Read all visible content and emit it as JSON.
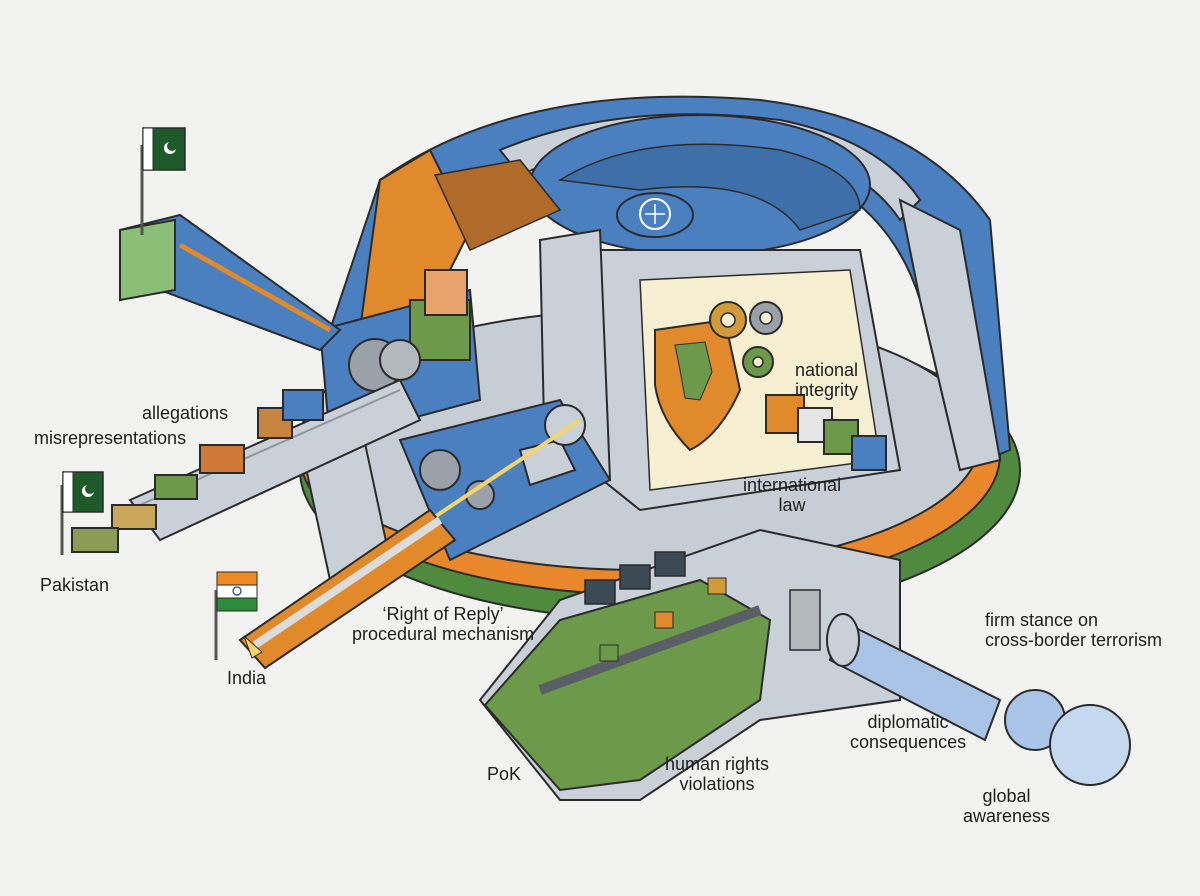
{
  "labels": {
    "allegations": "allegations",
    "misrepresentations": "misrepresentations",
    "pakistan": "Pakistan",
    "india": "India",
    "right_of_reply_line1": "‘Right of Reply’",
    "right_of_reply_line2": "procedural mechanism",
    "national_integrity_line1": "national",
    "national_integrity_line2": "integrity",
    "international_law_line1": "international",
    "international_law_line2": "law",
    "firm_stance_line1": "firm stance on",
    "firm_stance_line2": "cross-border terrorism",
    "diplomatic_line1": "diplomatic",
    "diplomatic_line2": "consequences",
    "human_rights_line1": "human rights",
    "human_rights_line2": "violations",
    "pok": "PoK",
    "global_awareness_line1": "global",
    "global_awareness_line2": "awareness"
  },
  "colors": {
    "blue": "#4a7fc0",
    "blue_dark": "#2f5d94",
    "orange": "#e08a2c",
    "green": "#5a8f45",
    "steel": "#c9d0d8",
    "pak_green": "#1f5a2a",
    "india_saffron": "#f08a24",
    "india_green": "#2e8b3a"
  },
  "icons": [
    "pakistan-flag-icon",
    "india-flag-icon",
    "un-emblem-icon",
    "shield-icon",
    "gear-icon",
    "puzzle-icon"
  ]
}
